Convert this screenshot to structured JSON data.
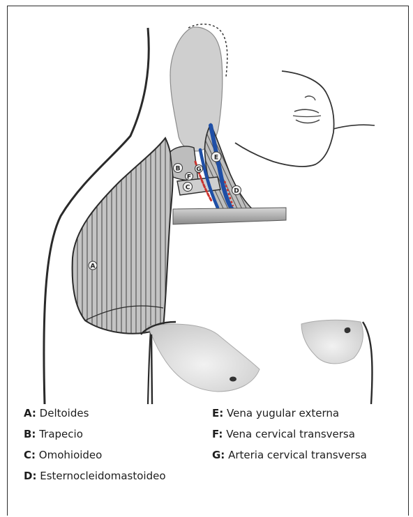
{
  "diagram": {
    "markers": [
      "A",
      "B",
      "C",
      "D",
      "E",
      "F",
      "G"
    ]
  },
  "legend": [
    {
      "key": "A:",
      "text": "Deltoides"
    },
    {
      "key": "B:",
      "text": "Trapecio"
    },
    {
      "key": "C:",
      "text": "Omohioideo"
    },
    {
      "key": "D:",
      "text": "Esternocleidomastoideo"
    },
    {
      "key": "E:",
      "text": "Vena yugular externa"
    },
    {
      "key": "F:",
      "text": "Vena cervical transversa"
    },
    {
      "key": "G:",
      "text": "Arteria cervical transversa"
    }
  ],
  "colors": {
    "muscle_fill": "#bdbdbd",
    "head_fill": "#cfcfcf",
    "vein_blue": "#1f4fa6",
    "artery_red": "#c9342f",
    "outline": "#2a2a2a"
  }
}
